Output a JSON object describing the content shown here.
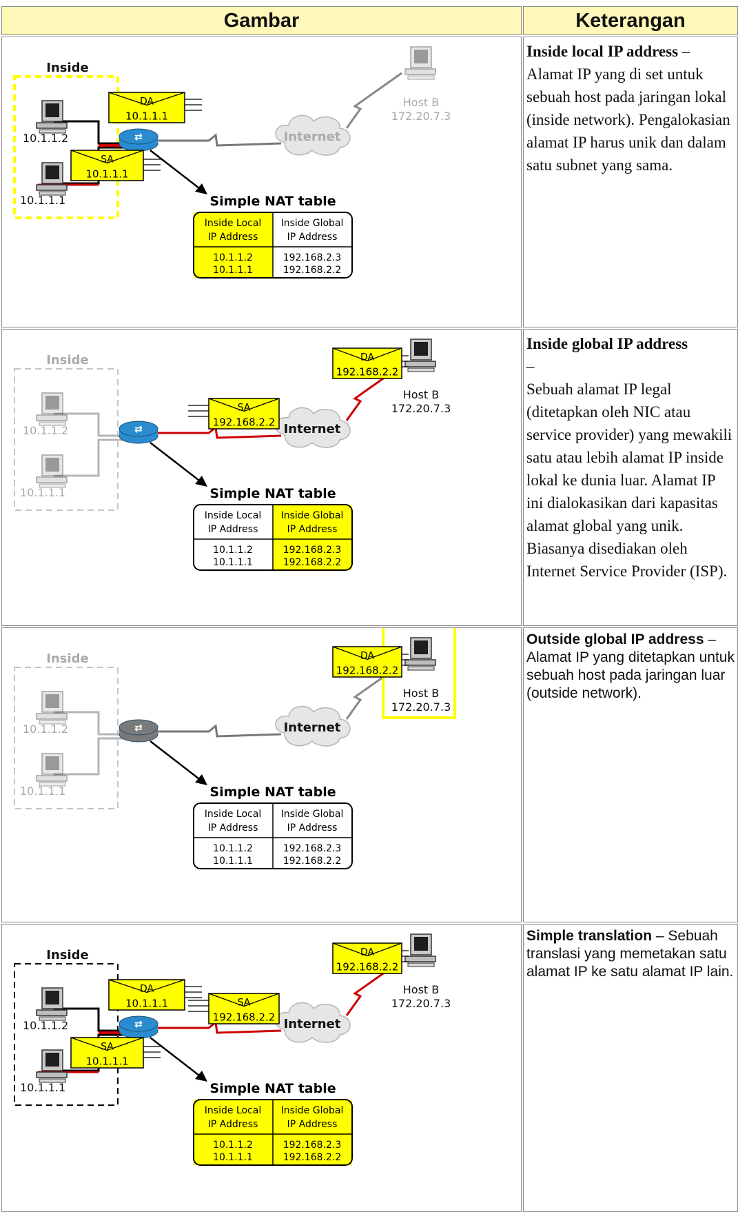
{
  "header": {
    "col_image": "Gambar",
    "col_desc": "Keterangan"
  },
  "labels": {
    "inside": "Inside",
    "host_name": "Host B",
    "host_ip": "172.20.7.3",
    "cloud": "Internet",
    "nat_title": "Simple NAT table",
    "col1_line1": "Inside Local",
    "col1_line2": "IP Address",
    "col2_line1": "Inside Global",
    "col2_line2": "IP Address",
    "local_ip_1": "10.1.1.2",
    "local_ip_2": "10.1.1.1",
    "global_ip_1": "192.168.2.3",
    "global_ip_2": "192.168.2.2",
    "pc_top": "10.1.1.2",
    "pc_bottom": "10.1.1.1",
    "da": "DA",
    "sa": "SA",
    "da_local": "10.1.1.1",
    "sa_local": "10.1.1.1",
    "da_global": "192.168.2.2",
    "sa_global": "192.168.2.2"
  },
  "rows": [
    {
      "title": "Inside local IP address",
      "sep": " –",
      "body": "Alamat IP yang di set untuk sebuah host pada jaringan lokal (inside network). Pengalokasian alamat IP harus unik dan dalam satu subnet yang sama."
    },
    {
      "title": "Inside global IP address",
      "sep": "–",
      "body": "Sebuah alamat IP legal (ditetapkan oleh NIC atau service provider) yang mewakili satu atau lebih alamat IP inside lokal ke dunia luar. Alamat IP ini dialokasikan dari kapasitas alamat global yang unik. Biasanya disediakan oleh Internet Service Provider (ISP)."
    },
    {
      "title": "Outside global IP address",
      "sep": " – ",
      "body": "Alamat IP yang ditetapkan untuk sebuah host pada jaringan luar (outside network)."
    },
    {
      "title": "Simple translation",
      "sep": " –",
      "body": "Sebuah translasi yang memetakan satu alamat IP ke satu alamat IP lain."
    }
  ],
  "colors": {
    "header_bg": "#fff8b8",
    "highlight": "#ffff00",
    "router": "#2a8ccf",
    "link_red": "#cc0000"
  }
}
